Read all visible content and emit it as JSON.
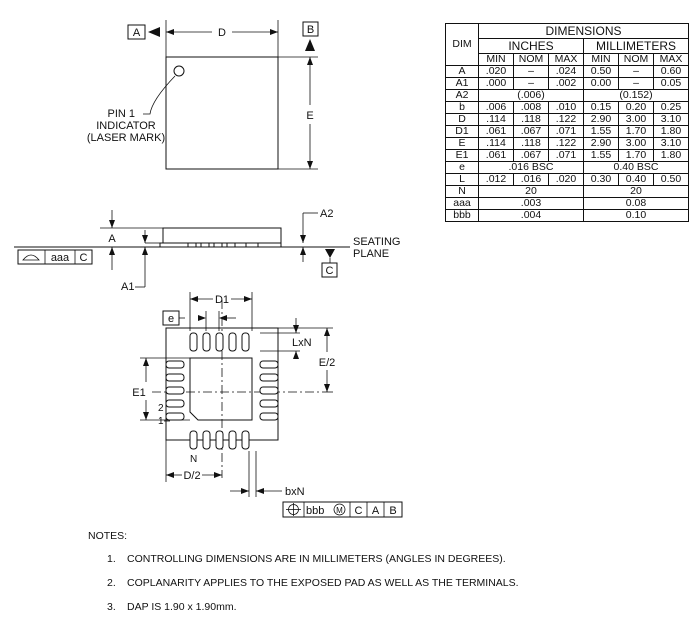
{
  "labels": {
    "A": "A",
    "B": "B",
    "C": "C",
    "D": "D",
    "E": "E",
    "pin1": [
      "PIN 1",
      "INDICATOR",
      "(LASER MARK)"
    ],
    "A2": "A2",
    "A1": "A1",
    "seating": [
      "SEATING",
      "PLANE"
    ],
    "aaa": "aaa",
    "D1": "D1",
    "e": "e",
    "LxN": "LxN",
    "E2": "E/2",
    "E1": "E1",
    "pin_2": "2",
    "pin_1": "1",
    "N": "N",
    "D2": "D/2",
    "bxN": "bxN",
    "bbb": "bbb",
    "M": "M"
  },
  "table": {
    "title": "DIMENSIONS",
    "dim_header": "DIM",
    "group_inches": "INCHES",
    "group_mm": "MILLIMETERS",
    "sub": [
      "MIN",
      "NOM",
      "MAX",
      "MIN",
      "NOM",
      "MAX"
    ],
    "rows": [
      [
        "A",
        ".020",
        "–",
        ".024",
        "0.50",
        "–",
        "0.60"
      ],
      [
        "A1",
        ".000",
        "–",
        ".002",
        "0.00",
        "–",
        "0.05"
      ],
      [
        "b",
        ".006",
        ".008",
        ".010",
        "0.15",
        "0.20",
        "0.25"
      ],
      [
        "D",
        ".114",
        ".118",
        ".122",
        "2.90",
        "3.00",
        "3.10"
      ],
      [
        "D1",
        ".061",
        ".067",
        ".071",
        "1.55",
        "1.70",
        "1.80"
      ],
      [
        "E",
        ".114",
        ".118",
        ".122",
        "2.90",
        "3.00",
        "3.10"
      ],
      [
        "E1",
        ".061",
        ".067",
        ".071",
        "1.55",
        "1.70",
        "1.80"
      ],
      [
        "L",
        ".012",
        ".016",
        ".020",
        "0.30",
        "0.40",
        "0.50"
      ]
    ],
    "A2": {
      "dim": "A2",
      "in": "(.006)",
      "mm": "(0.152)"
    },
    "e": {
      "dim": "e",
      "in": ".016 BSC",
      "mm": "0.40 BSC"
    },
    "N": {
      "dim": "N",
      "in": "20",
      "mm": "20"
    },
    "aaa": {
      "dim": "aaa",
      "in": ".003",
      "mm": "0.08"
    },
    "bbb": {
      "dim": "bbb",
      "in": ".004",
      "mm": "0.10"
    }
  },
  "notes": {
    "title": "NOTES:",
    "items": [
      {
        "num": "1.",
        "text": "CONTROLLING DIMENSIONS ARE IN MILLIMETERS (ANGLES IN DEGREES)."
      },
      {
        "num": "2.",
        "text": "COPLANARITY APPLIES TO THE EXPOSED PAD AS WELL AS THE TERMINALS."
      },
      {
        "num": "3.",
        "text": "DAP IS 1.90 x 1.90mm."
      }
    ]
  }
}
